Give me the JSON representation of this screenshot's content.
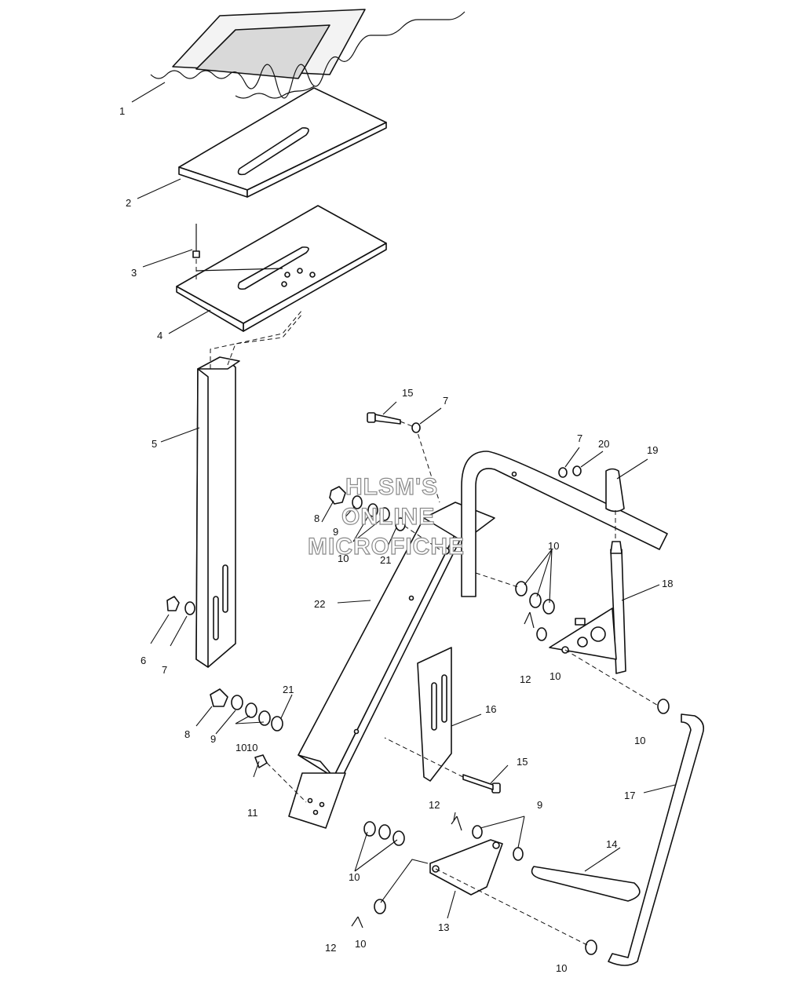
{
  "watermark": {
    "line1": "HLSM'S",
    "line2": "ONLINE",
    "line3": "MICROFICHE"
  },
  "callouts": [
    "1",
    "2",
    "3",
    "4",
    "5",
    "6",
    "7",
    "8",
    "9",
    "10",
    "21",
    "22",
    "15",
    "7",
    "7",
    "20",
    "19",
    "8",
    "9",
    "10",
    "21",
    "10",
    "18",
    "10",
    "12",
    "16",
    "10",
    "11",
    "15",
    "17",
    "12",
    "9",
    "14",
    "10",
    "13",
    "12",
    "10",
    "10"
  ]
}
